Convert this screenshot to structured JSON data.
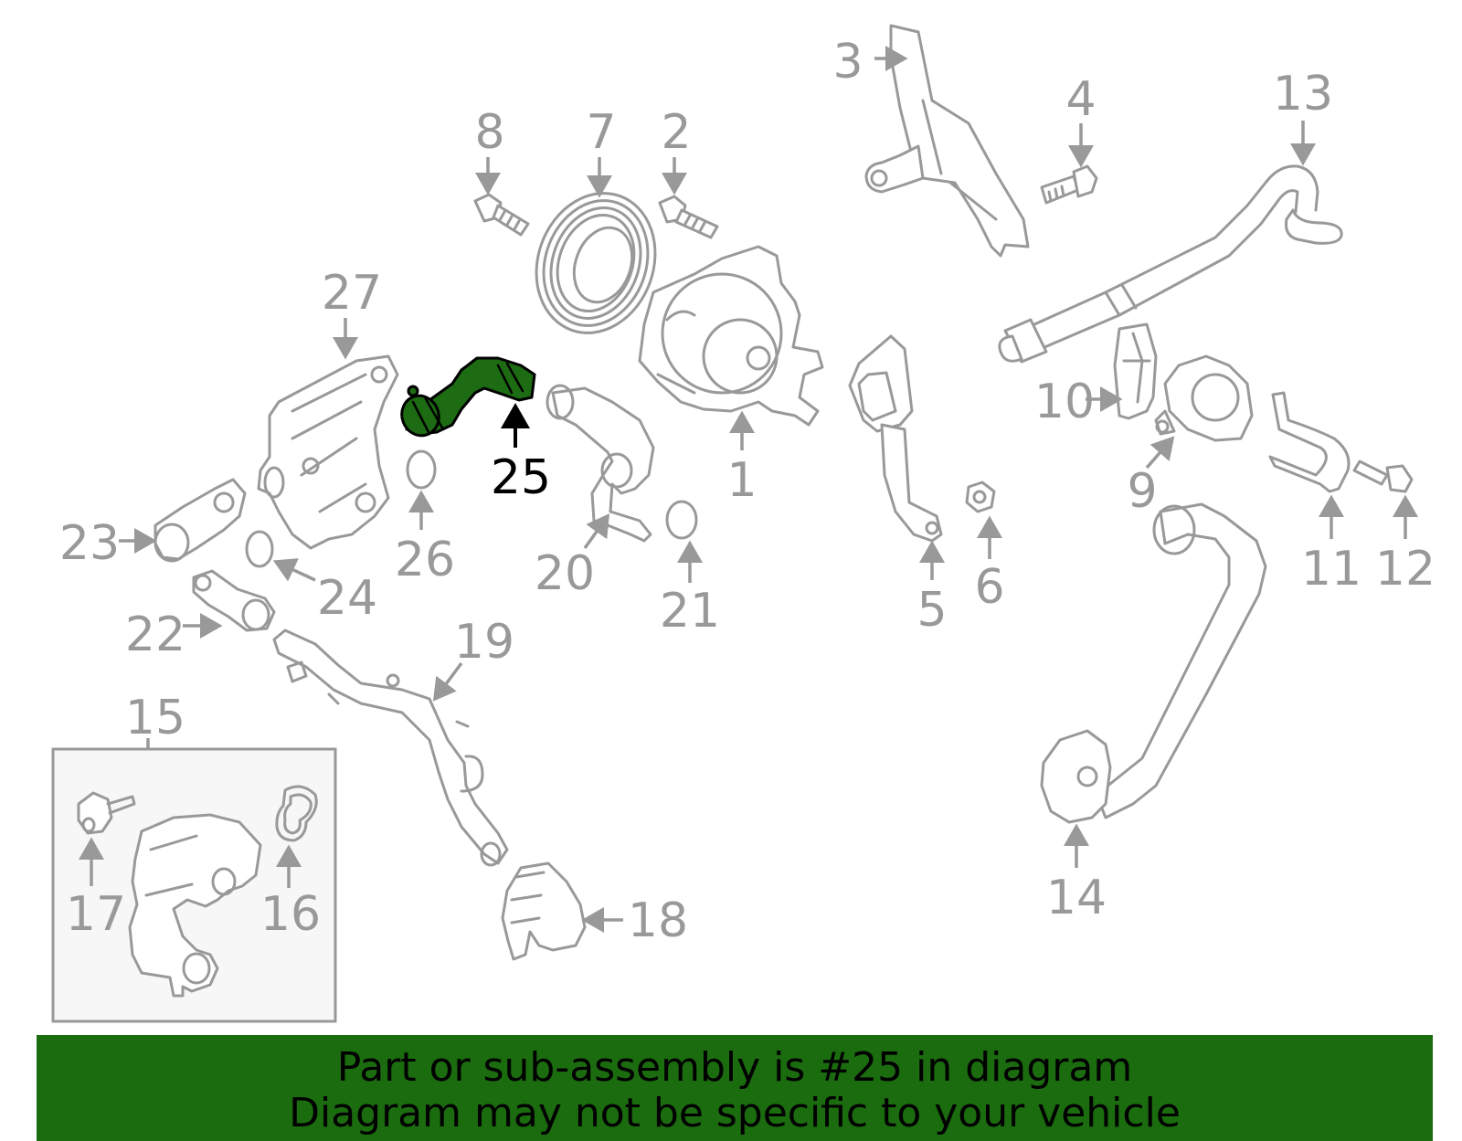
{
  "colors": {
    "part_stroke": "#999999",
    "highlight_fill": "#1d6b12",
    "banner_bg": "#1b6b0f",
    "box_bg": "#f7f7f7"
  },
  "callouts": [
    {
      "id": "1",
      "label": "1"
    },
    {
      "id": "2",
      "label": "2"
    },
    {
      "id": "3",
      "label": "3"
    },
    {
      "id": "4",
      "label": "4"
    },
    {
      "id": "5",
      "label": "5"
    },
    {
      "id": "6",
      "label": "6"
    },
    {
      "id": "7",
      "label": "7"
    },
    {
      "id": "8",
      "label": "8"
    },
    {
      "id": "9",
      "label": "9"
    },
    {
      "id": "10",
      "label": "10"
    },
    {
      "id": "11",
      "label": "11"
    },
    {
      "id": "12",
      "label": "12"
    },
    {
      "id": "13",
      "label": "13"
    },
    {
      "id": "14",
      "label": "14"
    },
    {
      "id": "15",
      "label": "15"
    },
    {
      "id": "16",
      "label": "16"
    },
    {
      "id": "17",
      "label": "17"
    },
    {
      "id": "18",
      "label": "18"
    },
    {
      "id": "19",
      "label": "19"
    },
    {
      "id": "20",
      "label": "20"
    },
    {
      "id": "21",
      "label": "21"
    },
    {
      "id": "22",
      "label": "22"
    },
    {
      "id": "23",
      "label": "23"
    },
    {
      "id": "24",
      "label": "24"
    },
    {
      "id": "25",
      "label": "25",
      "highlighted": true
    },
    {
      "id": "26",
      "label": "26"
    },
    {
      "id": "27",
      "label": "27"
    }
  ],
  "banner": {
    "line1": "Part or sub-assembly is #25 in diagram",
    "line2": "Diagram may not be specific to your vehicle"
  }
}
